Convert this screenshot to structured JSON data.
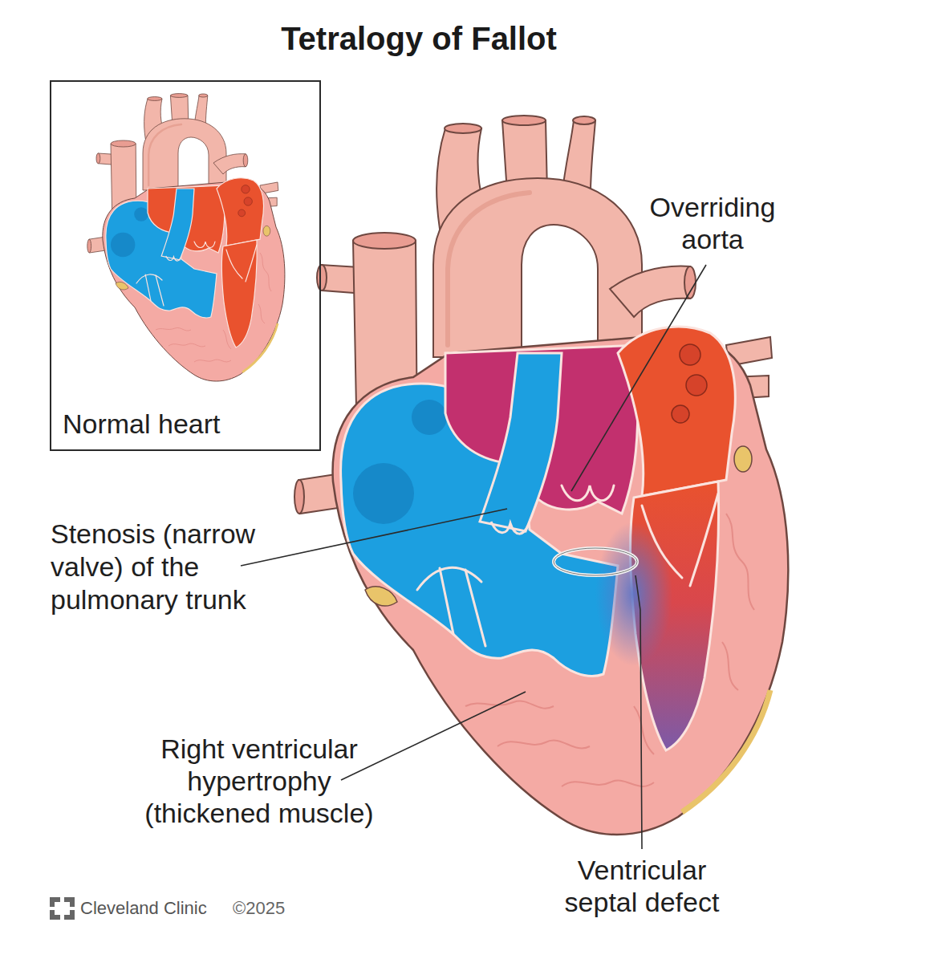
{
  "diagram": {
    "title": "Tetralogy of Fallot",
    "nodes": [
      {
        "text": [
          "Normal heart"
        ]
      }
    ],
    "labels": [
      "Overriding aorta",
      "Stenosis (narrow valve) of the pulmonary trunk",
      "Right ventricular hypertrophy (thickened muscle)",
      "Ventricular septal defect",
      "Cleveland Clinic",
      "©2025"
    ]
  }
}
